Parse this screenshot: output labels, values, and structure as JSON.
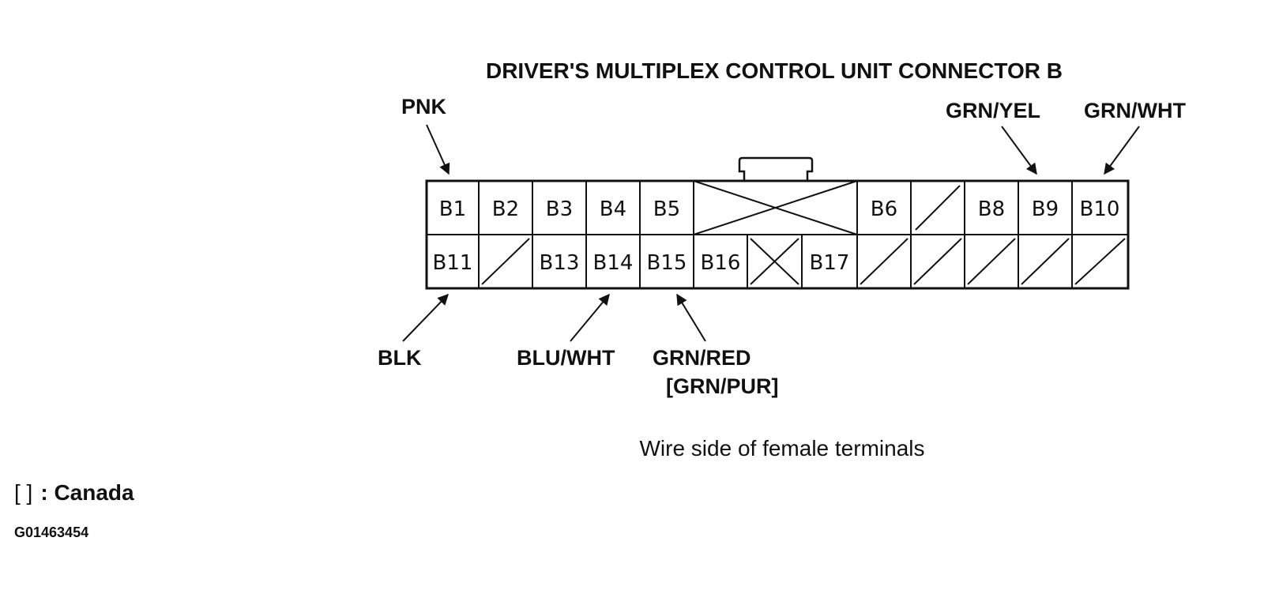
{
  "title": "DRIVER'S MULTIPLEX CONTROL UNIT CONNECTOR B",
  "caption": "Wire side of female terminals",
  "wire_labels": {
    "pnk": "PNK",
    "grn_yel": "GRN/YEL",
    "grn_wht": "GRN/WHT",
    "blk": "BLK",
    "blu_wht": "BLU/WHT",
    "grn_red": "GRN/RED",
    "grn_pur": "[GRN/PUR]"
  },
  "pins": {
    "b1": "B1",
    "b2": "B2",
    "b3": "B3",
    "b4": "B4",
    "b5": "B5",
    "b6": "B6",
    "b8": "B8",
    "b9": "B9",
    "b10": "B10",
    "b11": "B11",
    "b13": "B13",
    "b14": "B14",
    "b15": "B15",
    "b16": "B16",
    "b17": "B17"
  },
  "legend": {
    "symbol": "[ ]",
    "text": ": Canada"
  },
  "figure_id": "G01463454"
}
